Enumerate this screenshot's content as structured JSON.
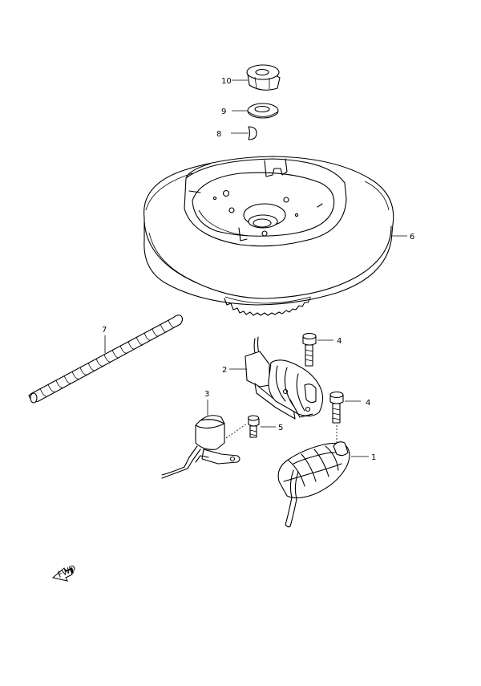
{
  "diagram": {
    "callouts": [
      {
        "id": "c1",
        "label": "1"
      },
      {
        "id": "c2",
        "label": "2"
      },
      {
        "id": "c3",
        "label": "3"
      },
      {
        "id": "c4a",
        "label": "4"
      },
      {
        "id": "c4b",
        "label": "4"
      },
      {
        "id": "c5",
        "label": "5"
      },
      {
        "id": "c6",
        "label": "6"
      },
      {
        "id": "c7",
        "label": "7"
      },
      {
        "id": "c8",
        "label": "8"
      },
      {
        "id": "c9",
        "label": "9"
      },
      {
        "id": "c10",
        "label": "10"
      }
    ],
    "fwd_label": "FWD"
  }
}
